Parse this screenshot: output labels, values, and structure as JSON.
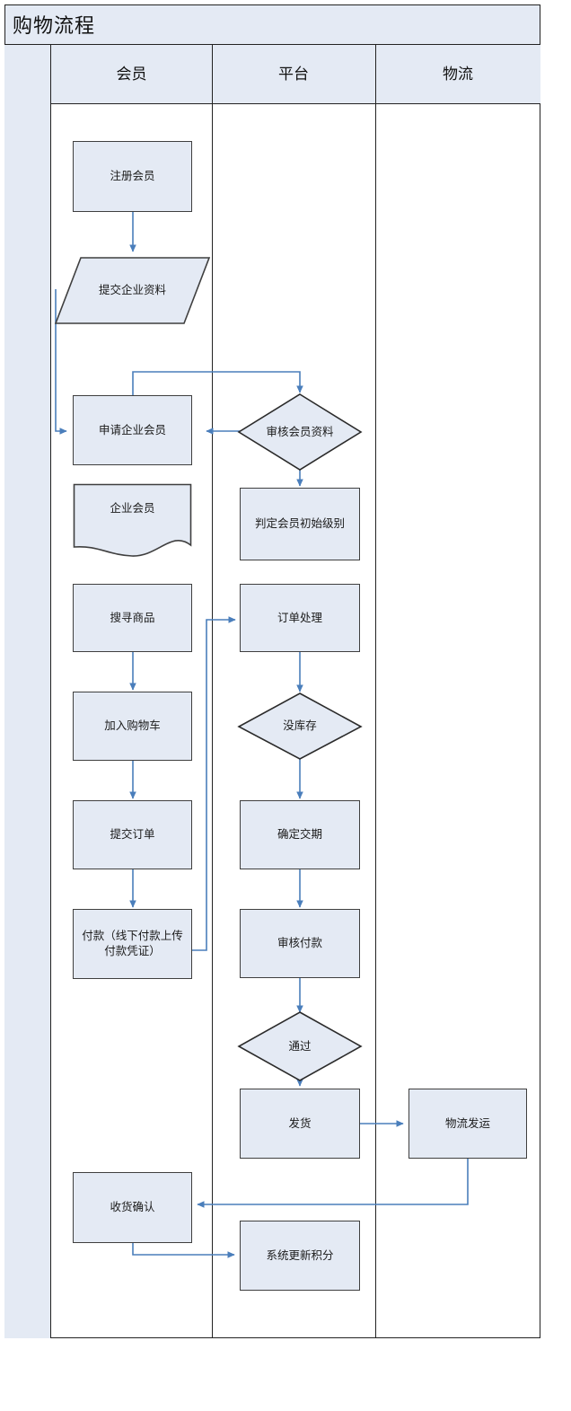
{
  "diagram": {
    "title": "购物流程",
    "accent_line": "#4a7ebb",
    "node_fill": "#e4eaf4",
    "node_border": "#3f3f3f",
    "header_fill": "#e4eaf4"
  },
  "lanes": [
    {
      "id": "member",
      "label": "会员"
    },
    {
      "id": "platform",
      "label": "平台"
    },
    {
      "id": "logistics",
      "label": "物流"
    }
  ],
  "nodes": {
    "register": {
      "label": "注册会员",
      "lane": "member",
      "shape": "rect"
    },
    "submit_docs": {
      "label": "提交企业资料",
      "lane": "member",
      "shape": "parallelogram"
    },
    "apply_corp": {
      "label": "申请企业会员",
      "lane": "member",
      "shape": "rect"
    },
    "corp_member": {
      "label": "企业会员",
      "lane": "member",
      "shape": "document"
    },
    "search_goods": {
      "label": "搜寻商品",
      "lane": "member",
      "shape": "rect"
    },
    "add_cart": {
      "label": "加入购物车",
      "lane": "member",
      "shape": "rect"
    },
    "submit_order": {
      "label": "提交订单",
      "lane": "member",
      "shape": "rect"
    },
    "payment": {
      "label": "付款（线下付款上传付款凭证）",
      "lane": "member",
      "shape": "rect"
    },
    "confirm_receipt": {
      "label": "收货确认",
      "lane": "member",
      "shape": "rect"
    },
    "review_member": {
      "label": "审核会员资料",
      "lane": "platform",
      "shape": "diamond"
    },
    "assign_level": {
      "label": "判定会员初始级别",
      "lane": "platform",
      "shape": "rect"
    },
    "order_process": {
      "label": "订单处理",
      "lane": "platform",
      "shape": "rect"
    },
    "no_stock": {
      "label": "没库存",
      "lane": "platform",
      "shape": "diamond"
    },
    "set_delivery": {
      "label": "确定交期",
      "lane": "platform",
      "shape": "rect"
    },
    "review_payment": {
      "label": "审核付款",
      "lane": "platform",
      "shape": "rect"
    },
    "passed": {
      "label": "通过",
      "lane": "platform",
      "shape": "diamond"
    },
    "ship": {
      "label": "发货",
      "lane": "platform",
      "shape": "rect"
    },
    "update_points": {
      "label": "系统更新积分",
      "lane": "platform",
      "shape": "rect"
    },
    "logistics_ship": {
      "label": "物流发运",
      "lane": "logistics",
      "shape": "rect"
    }
  },
  "edges": [
    {
      "from": "register",
      "to": "submit_docs"
    },
    {
      "from": "submit_docs",
      "to": "apply_corp"
    },
    {
      "from": "apply_corp",
      "to": "review_member"
    },
    {
      "from": "review_member",
      "to": "apply_corp"
    },
    {
      "from": "review_member",
      "to": "assign_level"
    },
    {
      "from": "search_goods",
      "to": "add_cart"
    },
    {
      "from": "add_cart",
      "to": "submit_order"
    },
    {
      "from": "submit_order",
      "to": "payment"
    },
    {
      "from": "payment",
      "to": "order_process"
    },
    {
      "from": "order_process",
      "to": "no_stock"
    },
    {
      "from": "no_stock",
      "to": "set_delivery"
    },
    {
      "from": "set_delivery",
      "to": "review_payment"
    },
    {
      "from": "review_payment",
      "to": "passed"
    },
    {
      "from": "passed",
      "to": "ship"
    },
    {
      "from": "ship",
      "to": "logistics_ship"
    },
    {
      "from": "logistics_ship",
      "to": "confirm_receipt"
    },
    {
      "from": "confirm_receipt",
      "to": "update_points"
    }
  ]
}
